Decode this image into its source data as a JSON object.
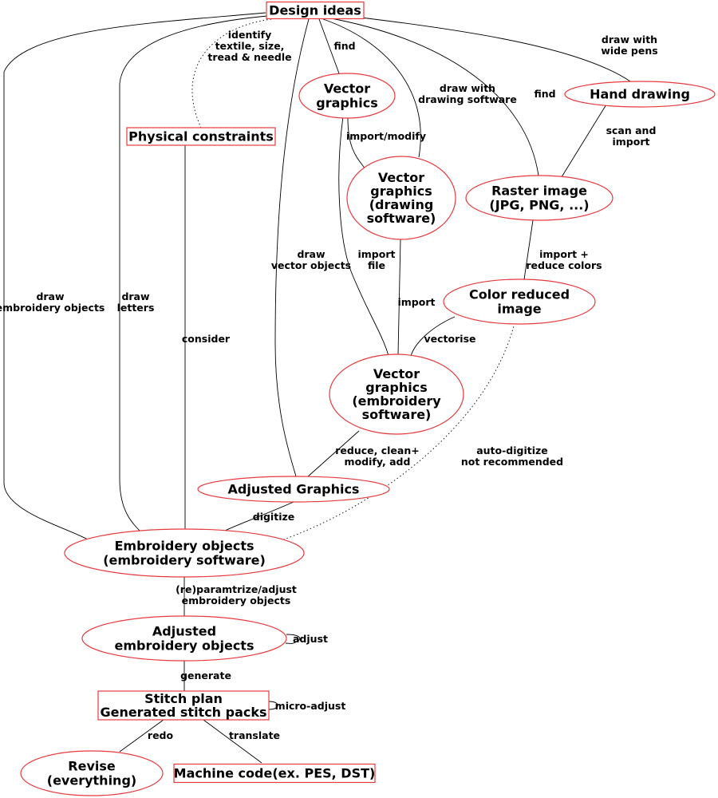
{
  "diagram": {
    "nodes": {
      "design_ideas": [
        "Design ideas"
      ],
      "vector_graphics": [
        "Vector",
        "graphics"
      ],
      "hand_drawing": [
        "Hand drawing"
      ],
      "physical_constraints": [
        "Physical constraints"
      ],
      "vector_drawing": [
        "Vector",
        "graphics",
        "(drawing",
        "software)"
      ],
      "raster_image": [
        "Raster image",
        "(JPG, PNG, ...)"
      ],
      "color_reduced": [
        "Color reduced",
        "image"
      ],
      "vector_embroidery": [
        "Vector",
        "graphics",
        "(embroidery",
        "software)"
      ],
      "adjusted_graphics": [
        "Adjusted Graphics"
      ],
      "embroidery_objects": [
        "Embroidery objects",
        "(embroidery software)"
      ],
      "adjusted_embroidery": [
        "Adjusted",
        "embroidery objects"
      ],
      "stitch_plan": [
        "Stitch plan",
        "Generated stitch packs"
      ],
      "revise": [
        "Revise",
        "(everything)"
      ],
      "machine_code": [
        "Machine code(ex. PES, DST)"
      ]
    },
    "edge_labels": {
      "identify": [
        "identify",
        "textile, size,",
        "tread & needle"
      ],
      "find_vector": [
        "find"
      ],
      "draw_wide_pens": [
        "draw with",
        "wide pens"
      ],
      "draw_drawing_software": [
        "draw with",
        "drawing software"
      ],
      "find_raster": [
        "find"
      ],
      "import_modify": [
        "import/modify"
      ],
      "scan_import": [
        "scan and",
        "import"
      ],
      "draw_vector_objects": [
        "draw",
        "vector objects"
      ],
      "import_file": [
        "import",
        "file"
      ],
      "import_reduce": [
        "import +",
        "reduce colors"
      ],
      "draw_embroidery_objects": [
        "draw",
        "embroidery objects"
      ],
      "draw_letters": [
        "draw",
        "letters"
      ],
      "import": [
        "import"
      ],
      "consider": [
        "consider"
      ],
      "vectorise": [
        "vectorise"
      ],
      "reduce_clean": [
        "reduce, clean+",
        "modify, add"
      ],
      "auto_digitize": [
        "auto-digitize",
        "not recommended"
      ],
      "digitize": [
        "digitize"
      ],
      "reparam": [
        "(re)paramtrize/adjust",
        "embroidery objects"
      ],
      "adjust": [
        "adjust"
      ],
      "generate": [
        "generate"
      ],
      "micro_adjust": [
        "micro-adjust"
      ],
      "redo": [
        "redo"
      ],
      "translate": [
        "translate"
      ]
    }
  }
}
